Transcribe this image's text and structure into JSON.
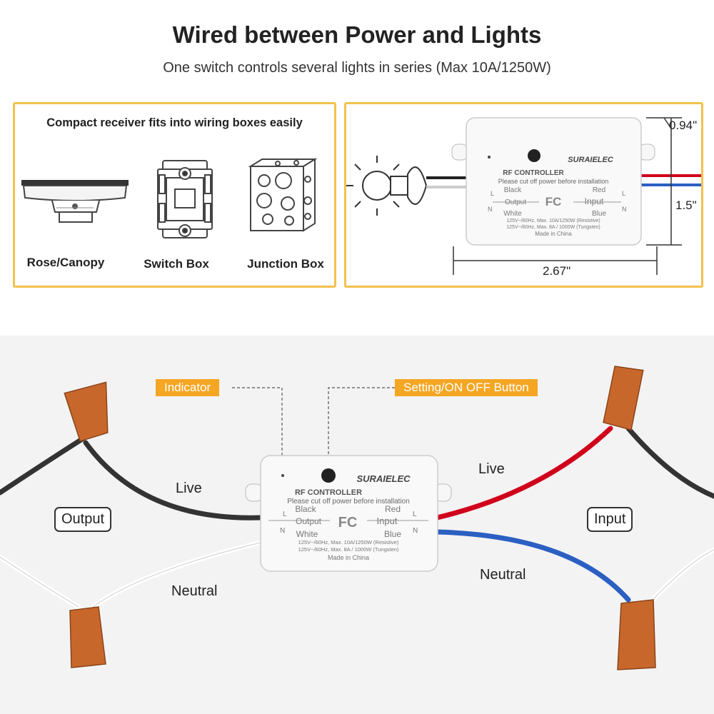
{
  "header": {
    "title": "Wired between Power and Lights",
    "subtitle": "One switch controls several lights in series (Max 10A/1250W)"
  },
  "compat_panel": {
    "heading": "Compact receiver fits into wiring boxes easily",
    "boxes": [
      "Rose/Canopy",
      "Switch Box",
      "Junction Box"
    ]
  },
  "device": {
    "brand": "SURAIELEC",
    "model": "RF CONTROLLER",
    "warning": "Please cut off power before installation",
    "output_label": "Output",
    "input_label": "Input",
    "wire_black": "Black",
    "wire_white": "White",
    "wire_red": "Red",
    "wire_blue": "Blue",
    "terminal_l": "L",
    "terminal_n": "N",
    "cert": "FC",
    "rating_resistive": "125V~/60Hz, Max. 10A/1250W (Resistive)",
    "rating_tungsten": "125V~/60Hz, Max. 8A / 1000W (Tungsten)",
    "origin": "Made in China"
  },
  "dimensions": {
    "depth": "0.94\"",
    "width": "1.5\"",
    "length": "2.67\""
  },
  "wiring": {
    "indicator_label": "Indicator",
    "button_label": "Setting/ON OFF Button",
    "output_pill": "Output",
    "input_pill": "Input",
    "live_left": "Live",
    "live_right": "Live",
    "neutral_left": "Neutral",
    "neutral_right": "Neutral"
  },
  "colors": {
    "accent_border": "#f2c14e",
    "tag_orange": "#f5a623",
    "wire_red": "#d0021b",
    "wire_blue": "#2b5fc2",
    "connector_orange": "#c8672c"
  }
}
